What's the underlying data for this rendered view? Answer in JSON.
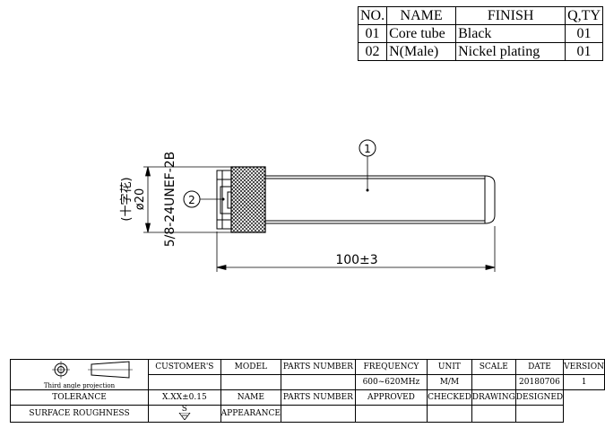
{
  "bom": {
    "headers": [
      "NO.",
      "NAME",
      "FINISH",
      "Q,TY"
    ],
    "rows": [
      {
        "no": "01",
        "name": "Core tube",
        "finish": "Black",
        "qty": "01"
      },
      {
        "no": "02",
        "name": "N(Male)",
        "finish": "Nickel plating",
        "qty": "01"
      }
    ]
  },
  "drawing": {
    "callout_1": "1",
    "callout_2": "2",
    "dimension_length": "100±3",
    "dimension_dia": "ø20",
    "thread_spec": "5/8-24UNEF-2B",
    "knurl_note": "(十字花)"
  },
  "title_block": {
    "projection_label": "Third angle projection",
    "customers_label": "CUSTOMER'S",
    "model_label": "MODEL",
    "parts_number_label": "PARTS NUMBER",
    "frequency_label": "FREQUENCY",
    "frequency_value": "600~620MHz",
    "unit_label": "UNIT",
    "unit_value": "M/M",
    "scale_label": "SCALE",
    "date_label": "DATE",
    "date_value": "20180706",
    "version_label": "VERSION",
    "version_value": "1",
    "tolerance_label": "TOLERANCE",
    "tolerance_value": "X.XX±0.15",
    "name_label": "NAME",
    "parts_number_label_2": "PARTS NUMBER",
    "approved_label": "APPROVED",
    "checked_label": "CHECKED",
    "drawing_label": "DRAWING",
    "designed_label": "DESIGNED",
    "surface_label": "SURFACE ROUGHNESS",
    "surface_symbol": "S",
    "appearance_label": "APPEARANCE"
  }
}
